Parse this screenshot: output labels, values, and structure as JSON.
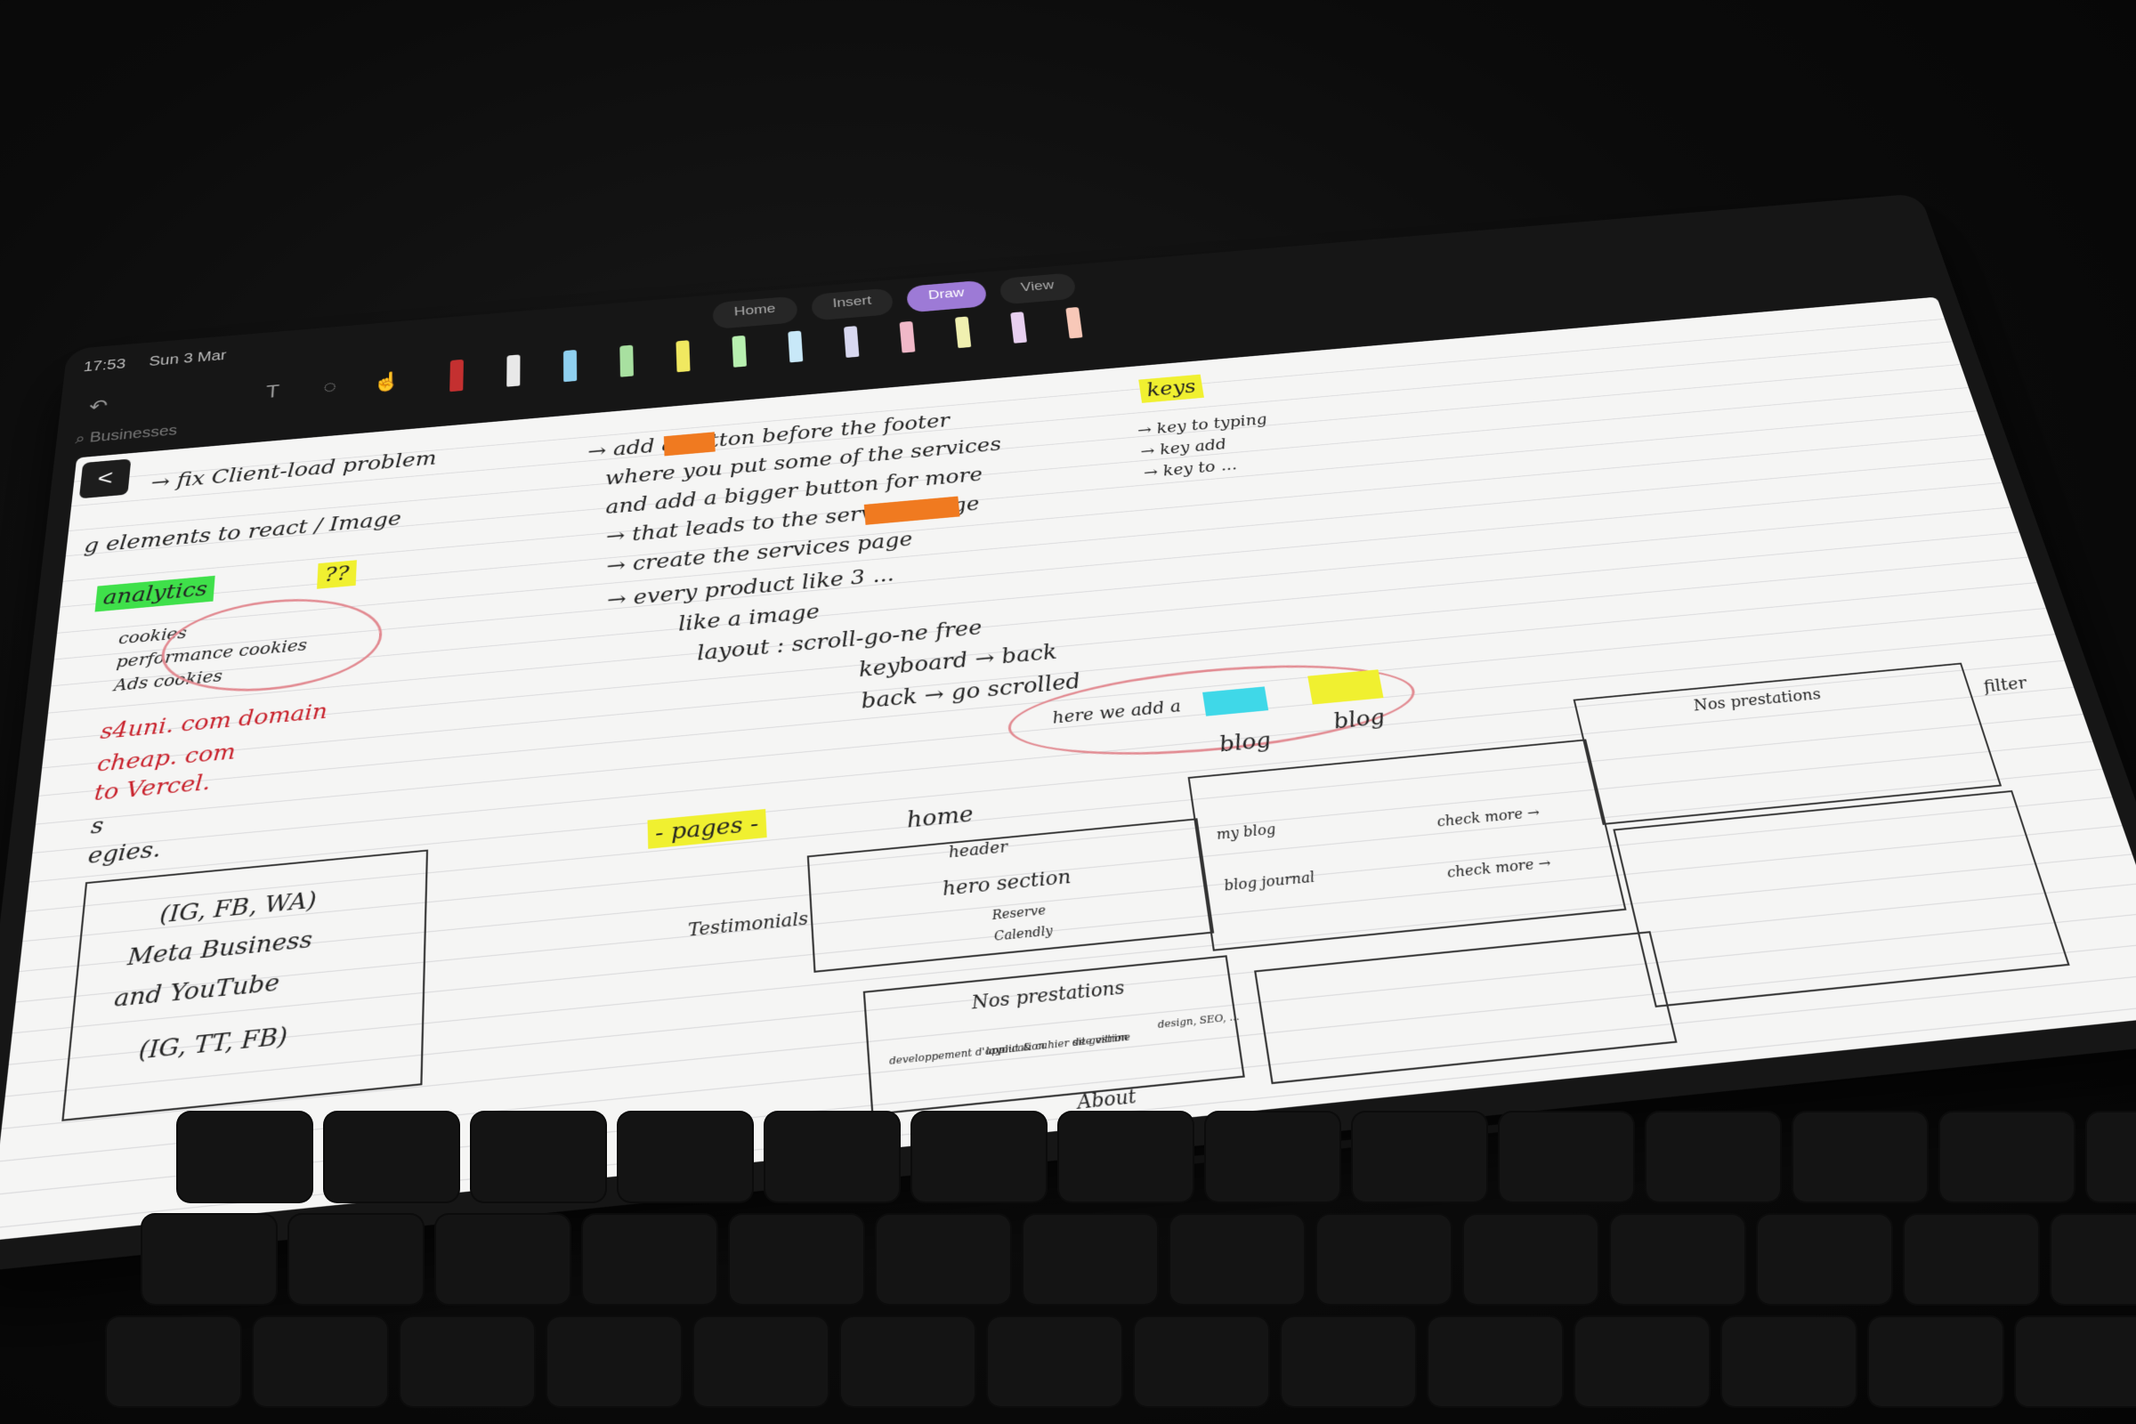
{
  "status": {
    "time": "17:53",
    "date": "Sun 3 Mar"
  },
  "tabs": [
    {
      "label": "Home"
    },
    {
      "label": "Insert"
    },
    {
      "label": "Draw"
    },
    {
      "label": "View"
    }
  ],
  "search": {
    "placeholder": "Businesses"
  },
  "toolbar": {
    "undo_icon": "undo-icon",
    "text_icon": "text-icon",
    "lasso_icon": "lasso-icon",
    "touch_icon": "hand-icon",
    "pens": [
      "#c43030",
      "#e8e8e8",
      "#8fd0f0",
      "#a8e0a0",
      "#f0e860",
      "#b8f0b0",
      "#c8e8f8",
      "#d8d8f0",
      "#f0b8c8",
      "#f0f0b0",
      "#e8d0f0",
      "#f8c8b8"
    ]
  },
  "note": {
    "back_glyph": "<",
    "col1": [
      "→ fix Client-load problem",
      "g elements to react / Image",
      "analytics",
      "??",
      "cookies",
      "performance cookies",
      "Ads cookies",
      "s4uni. com domain",
      "cheap. com",
      "to Vercel.",
      "s",
      "egies.",
      "(IG, FB, WA)",
      "Meta Business",
      "and YouTube",
      "(IG, TT, FB)"
    ],
    "col2": [
      "→ add a button before the footer",
      "where you put some of the services",
      "and add a bigger button for more",
      "→ that leads to the services page",
      "→ create the services page",
      "→ every product like 3 ...",
      "like a image",
      "layout : scroll-go-ne free",
      "keyboard → back",
      "back → go scrolled"
    ],
    "col3": [
      "keys",
      "→ key to typing",
      "→ key add",
      "→ key to ..."
    ],
    "loop_text": "here we add a",
    "pages_label": "- pages -",
    "home_label": "home",
    "header_label": "header",
    "hero_label": "hero section",
    "btn1": "Reserve",
    "btn2": "Calendly",
    "testimonials_label": "Testimonials",
    "prestations_label": "Nos prestations",
    "cards": [
      "developpement d'application",
      "layout & cahier de gestion",
      "site vitrine",
      "design, SEO, ..."
    ],
    "blog_label": "blog",
    "blog_label2": "blog",
    "my_blog": "my blog",
    "blog_journal": "blog journal",
    "check_more": "check more →",
    "prestations_right": "Nos prestations",
    "about_label": "About",
    "filter_label": "filter"
  }
}
